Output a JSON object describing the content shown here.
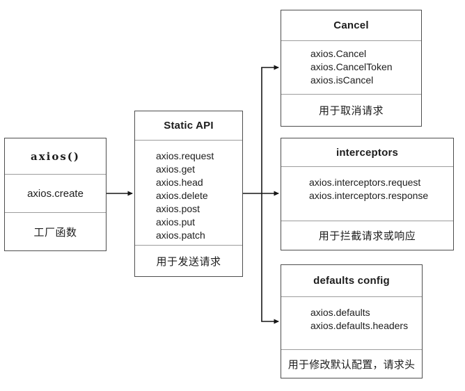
{
  "diagram": {
    "background": "#ffffff",
    "border_color": "#4d4d4d",
    "divider_color": "#9c9c9c",
    "text_color": "#1c1c1c",
    "line_color": "#161616",
    "nodes": {
      "factory": {
        "title": "axios()",
        "items": [
          "axios.create"
        ],
        "note": "工厂函数"
      },
      "static_api": {
        "title": "Static API",
        "items": [
          "axios.request",
          "axios.get",
          "axios.head",
          "axios.delete",
          "axios.post",
          "axios.put",
          "axios.patch"
        ],
        "note": "用于发送请求"
      },
      "cancel": {
        "title": "Cancel",
        "items": [
          "axios.Cancel",
          "axios.CancelToken",
          "axios.isCancel"
        ],
        "note": "用于取消请求"
      },
      "interceptors": {
        "title": "interceptors",
        "items": [
          "axios.interceptors.request",
          "axios.interceptors.response"
        ],
        "note": "用于拦截请求或响应"
      },
      "defaults": {
        "title": "defaults config",
        "items": [
          "axios.defaults",
          "axios.defaults.headers"
        ],
        "note": "用于修改默认配置，请求头"
      }
    }
  }
}
